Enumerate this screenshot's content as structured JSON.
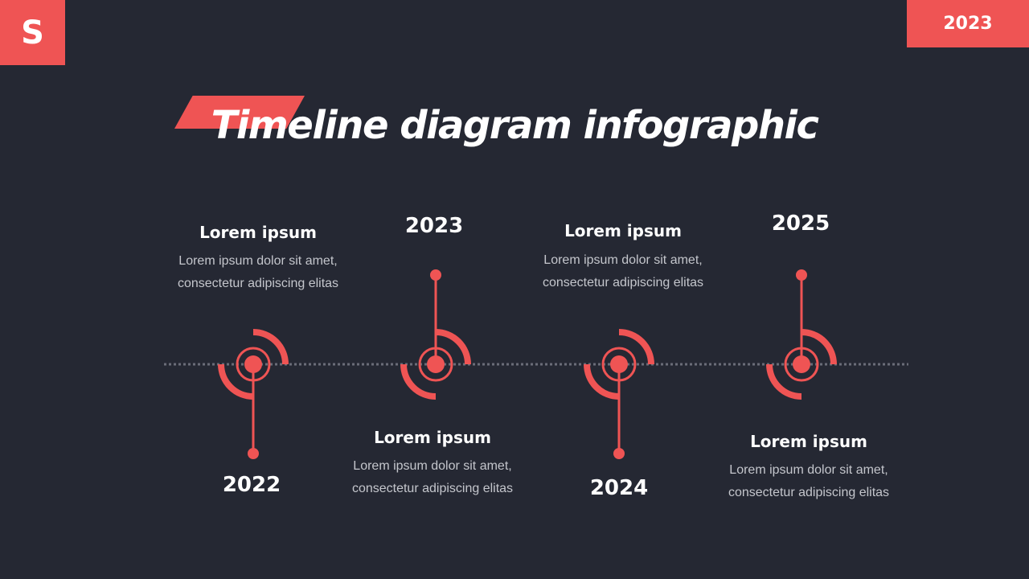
{
  "logo": {
    "letter": "S"
  },
  "badge": {
    "year": "2023"
  },
  "title": "Timeline diagram infographic",
  "colors": {
    "background": "#252833",
    "accent": "#ef5454",
    "text": "#ffffff",
    "muted": "#c4c6cc"
  },
  "milestones": [
    {
      "year": "2022",
      "heading": "Lorem ipsum",
      "desc_line1": "Lorem ipsum dolor sit amet,",
      "desc_line2": "consectetur adipiscing elitas"
    },
    {
      "year": "2023",
      "heading": "Lorem ipsum",
      "desc_line1": "Lorem ipsum dolor sit amet,",
      "desc_line2": "consectetur adipiscing elitas"
    },
    {
      "year": "2024",
      "heading": "Lorem ipsum",
      "desc_line1": "Lorem ipsum dolor sit amet,",
      "desc_line2": "consectetur adipiscing elitas"
    },
    {
      "year": "2025",
      "heading": "Lorem ipsum",
      "desc_line1": "Lorem ipsum dolor sit amet,",
      "desc_line2": "consectetur adipiscing elitas"
    }
  ]
}
